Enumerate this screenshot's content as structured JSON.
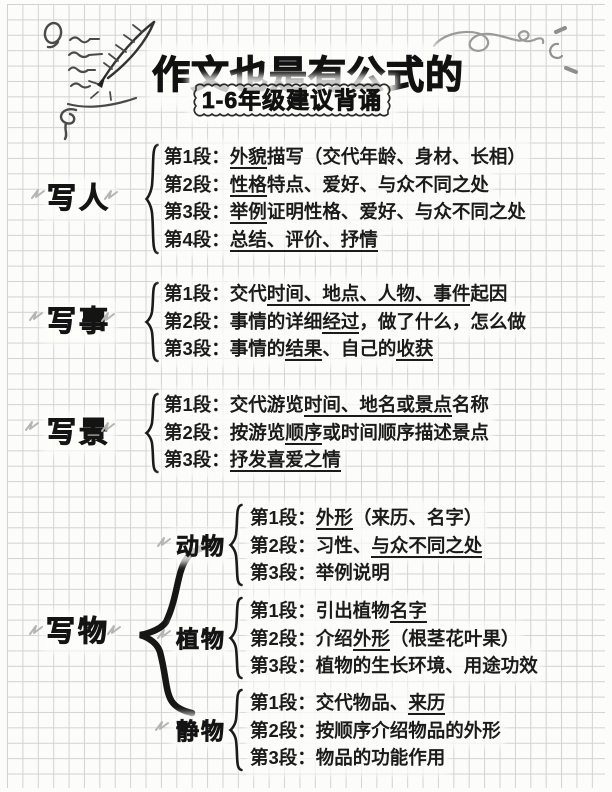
{
  "header": {
    "title": "作文也是有公式的",
    "badge": "1-6年级建议背诵"
  },
  "sections": [
    {
      "label": "写人",
      "paragraphs": [
        {
          "prefix": "第1段：",
          "segments": [
            {
              "text": "外貌",
              "underline": true
            },
            {
              "text": "描写（交代年龄、身材、长相）",
              "underline": false
            }
          ]
        },
        {
          "prefix": "第2段：",
          "segments": [
            {
              "text": "性格",
              "underline": true
            },
            {
              "text": "特点、爱好、与众不同之处",
              "underline": false
            }
          ]
        },
        {
          "prefix": "第3段：",
          "segments": [
            {
              "text": "举例",
              "underline": true
            },
            {
              "text": "证明性格、爱好、与众不同之处",
              "underline": false
            }
          ]
        },
        {
          "prefix": "第4段：",
          "segments": [
            {
              "text": "总结、评价、抒情",
              "underline": true
            }
          ]
        }
      ]
    },
    {
      "label": "写事",
      "paragraphs": [
        {
          "prefix": "第1段：",
          "segments": [
            {
              "text": "交代",
              "underline": false
            },
            {
              "text": "时间、地点、人物、事件",
              "underline": true
            },
            {
              "text": "起因",
              "underline": false
            }
          ]
        },
        {
          "prefix": "第2段：",
          "segments": [
            {
              "text": "事情的详细",
              "underline": false
            },
            {
              "text": "经过",
              "underline": true
            },
            {
              "text": "，做了什么，怎么做",
              "underline": false
            }
          ]
        },
        {
          "prefix": "第3段：",
          "segments": [
            {
              "text": "事情的",
              "underline": false
            },
            {
              "text": "结果",
              "underline": true
            },
            {
              "text": "、自己的",
              "underline": false
            },
            {
              "text": "收获",
              "underline": true
            }
          ]
        }
      ]
    },
    {
      "label": "写景",
      "paragraphs": [
        {
          "prefix": "第1段：",
          "segments": [
            {
              "text": "交代游览",
              "underline": false
            },
            {
              "text": "时间、地名或景点",
              "underline": true
            },
            {
              "text": "名称",
              "underline": false
            }
          ]
        },
        {
          "prefix": "第2段：",
          "segments": [
            {
              "text": "按游览",
              "underline": false
            },
            {
              "text": "顺序",
              "underline": true
            },
            {
              "text": "或时间顺序描述景点",
              "underline": false
            }
          ]
        },
        {
          "prefix": "第3段：",
          "segments": [
            {
              "text": "抒发喜爱之情",
              "underline": true
            }
          ]
        }
      ]
    },
    {
      "label": "写物",
      "subsections": [
        {
          "label": "动物",
          "paragraphs": [
            {
              "prefix": "第1段：",
              "segments": [
                {
                  "text": "外形",
                  "underline": true
                },
                {
                  "text": "（来历、名字）",
                  "underline": false
                }
              ]
            },
            {
              "prefix": "第2段：",
              "segments": [
                {
                  "text": "习性、",
                  "underline": false
                },
                {
                  "text": "与众不同之处",
                  "underline": true
                }
              ]
            },
            {
              "prefix": "第3段：",
              "segments": [
                {
                  "text": "举例说明",
                  "underline": false
                }
              ]
            }
          ]
        },
        {
          "label": "植物",
          "paragraphs": [
            {
              "prefix": "第1段：",
              "segments": [
                {
                  "text": "引出植物",
                  "underline": false
                },
                {
                  "text": "名字",
                  "underline": true
                }
              ]
            },
            {
              "prefix": "第2段：",
              "segments": [
                {
                  "text": "介绍",
                  "underline": false
                },
                {
                  "text": "外形",
                  "underline": true
                },
                {
                  "text": "（根茎花叶果）",
                  "underline": false
                }
              ]
            },
            {
              "prefix": "第3段：",
              "segments": [
                {
                  "text": "植物的生长环境、用途功效",
                  "underline": false
                }
              ]
            }
          ]
        },
        {
          "label": "静物",
          "paragraphs": [
            {
              "prefix": "第1段：",
              "segments": [
                {
                  "text": "交代物品、",
                  "underline": false
                },
                {
                  "text": "来历",
                  "underline": true
                }
              ]
            },
            {
              "prefix": "第2段：",
              "segments": [
                {
                  "text": "按顺序介绍物品的外形",
                  "underline": false
                }
              ]
            },
            {
              "prefix": "第3段：",
              "segments": [
                {
                  "text": "物品的功能作用",
                  "underline": false
                }
              ]
            }
          ]
        }
      ]
    }
  ],
  "decorations": {
    "icons": [
      "quill-pen-icon",
      "scribble-lines-icon",
      "balloon-nine-icon",
      "flourish-swirl-icon",
      "confetti-icon",
      "squiggle-mark-icon",
      "brace-icon",
      "big-brace-icon",
      "badge-wavy-border"
    ],
    "ink_color": "#1b1b1b",
    "grid_color": "#b9b9b9",
    "paper_color": "#fcfcfa"
  }
}
